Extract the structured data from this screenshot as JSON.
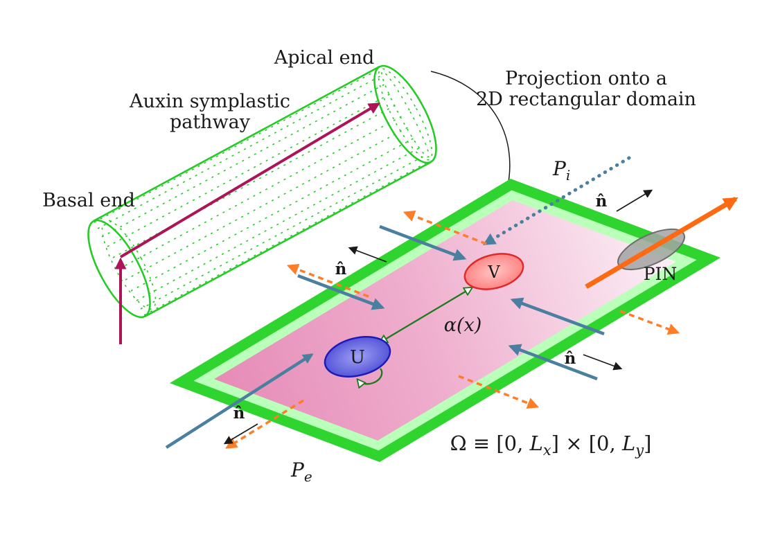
{
  "colors": {
    "border_green": "#2fd42f",
    "inner_green": "#baffba",
    "cylinder_green": "#25cb25",
    "crimson_arrow": "#ad1457",
    "crimson_text": "#c2186b",
    "alpha_red": "#cc2060",
    "teal": "#4a7f9f",
    "orange": "#ff7d26",
    "pin_arrow_orange": "#fd6a12",
    "dark_green": "#1b7a1b",
    "pin_gray": "#8d8d8d",
    "u_stroke": "#1b1bb8",
    "v_stroke": "#e02828"
  },
  "cylinder": {
    "apical_label": "Apical end",
    "basal_label": "Basal end",
    "pathway_line1": "Auxin symplastic",
    "pathway_line2": "pathway"
  },
  "projection": {
    "line1": "Projection onto a",
    "line2": "2D rectangular domain"
  },
  "domain": {
    "u_label": "U",
    "v_label": "V",
    "alpha_label": "α(x)",
    "pin_label": "PIN",
    "pi_base": "P",
    "pi_sub": "i",
    "pe_base": "P",
    "pe_sub": "e",
    "normal_label": "n̂",
    "omega": {
      "part1": "Ω ≡ [0, ",
      "L1": "L",
      "sub1": "x",
      "part2": "] × [0, ",
      "L2": "L",
      "sub2": "y",
      "part3": "]"
    }
  }
}
